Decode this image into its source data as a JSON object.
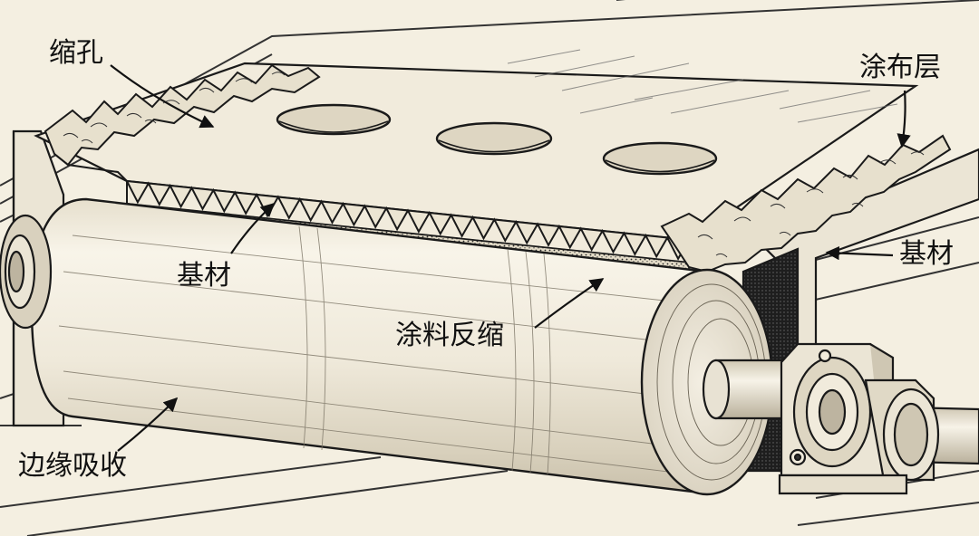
{
  "labels": {
    "shrink_holes": "缩孔",
    "coating_layer": "涂布层",
    "substrate_left": "基材",
    "substrate_right": "基材",
    "coating_retraction": "涂料反缩",
    "edge_absorption": "边缘吸收"
  },
  "colors": {
    "paper": "#f4efe1",
    "ink": "#1a1a1a",
    "roller_light": "#f6f1e4",
    "roller_shade": "#ddd6c4",
    "coating_fill": "#e7e0cd"
  }
}
